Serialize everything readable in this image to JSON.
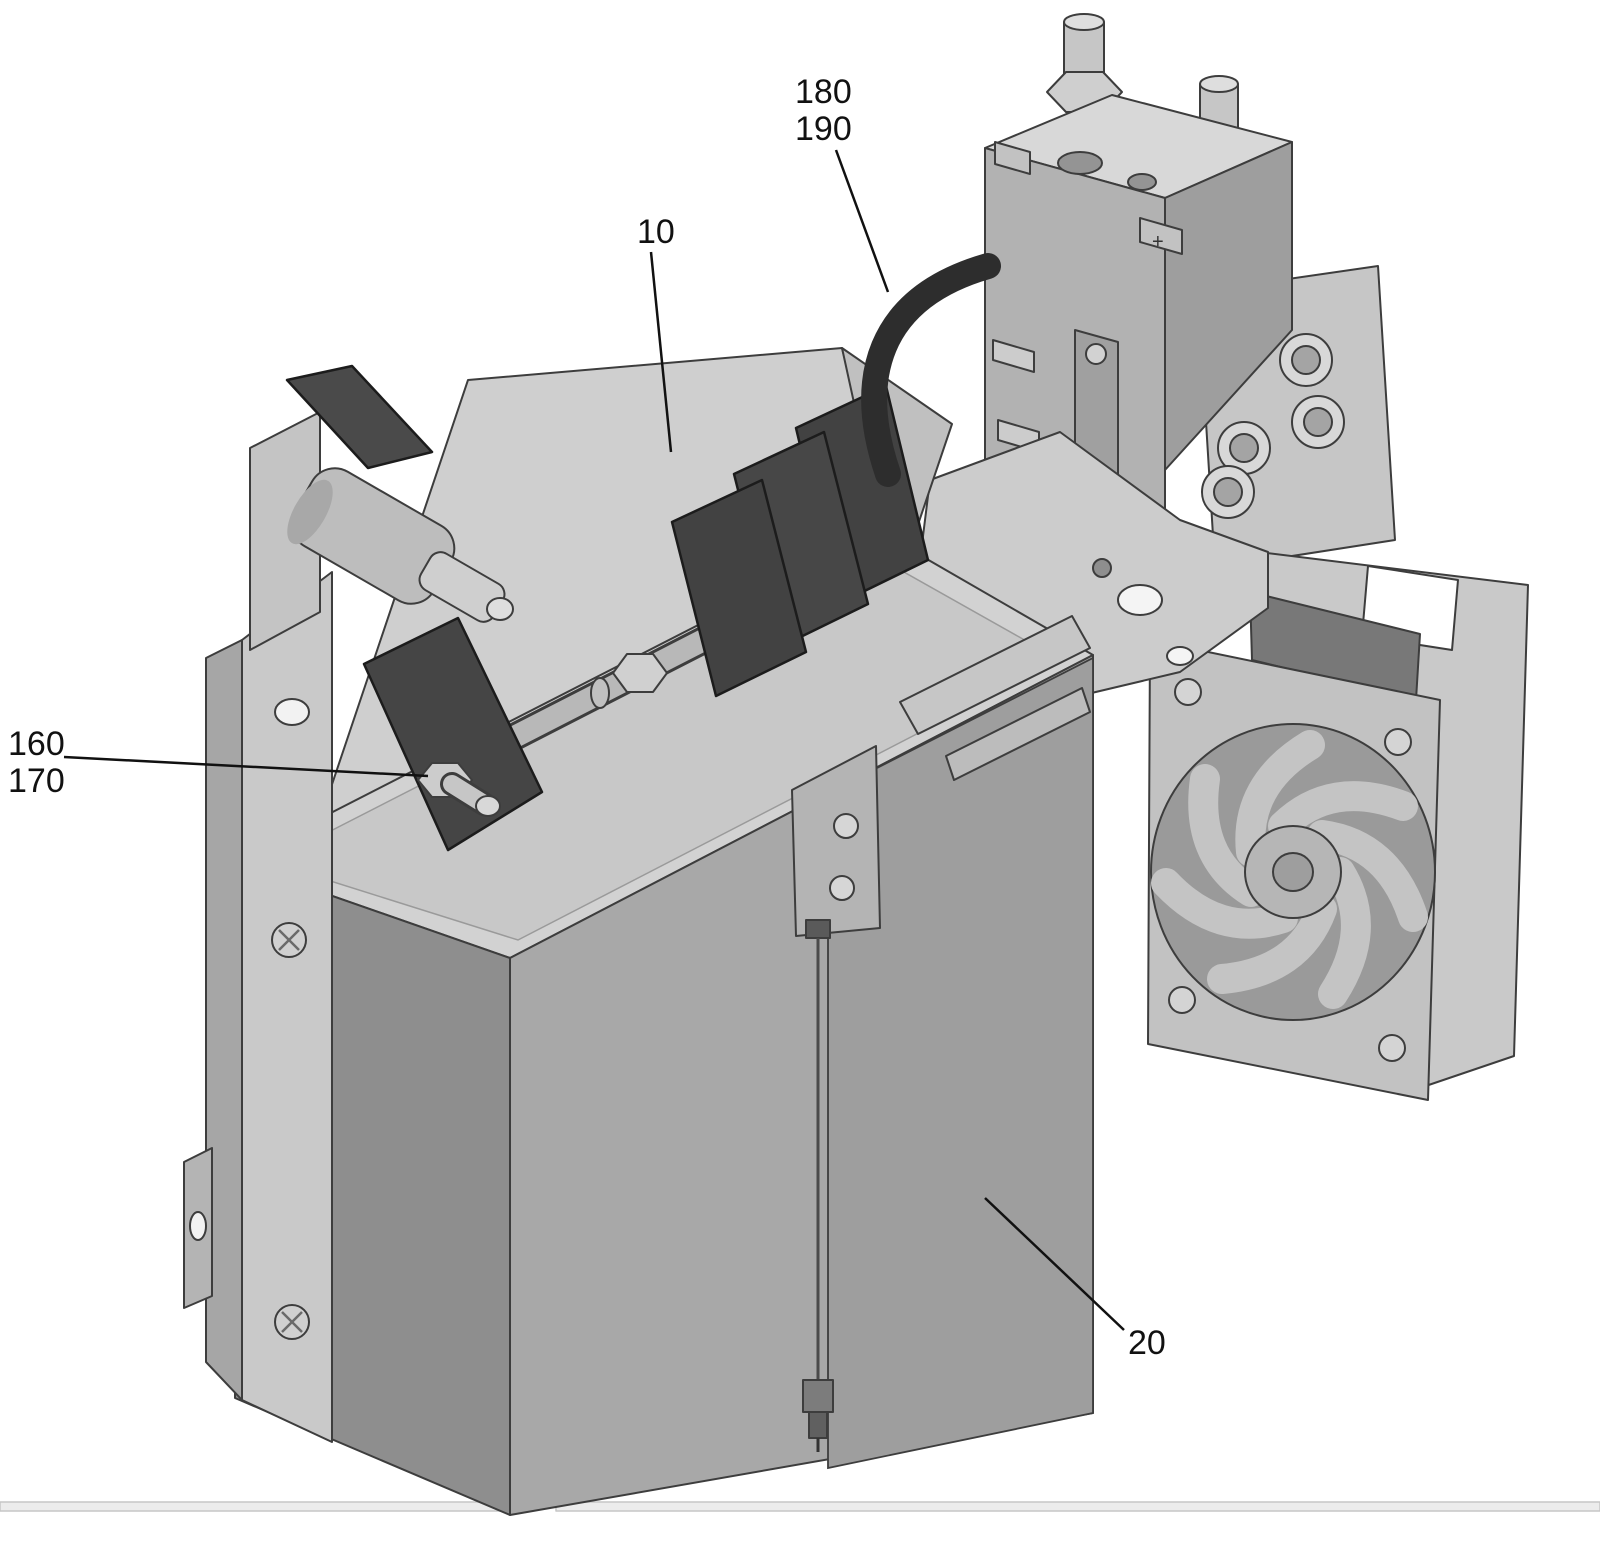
{
  "figure": {
    "background": "#ffffff",
    "labels": {
      "plate": "10",
      "module": "20",
      "terminal_line1": "160",
      "terminal_line2": "170",
      "cable_line1": "180",
      "cable_line2": "190"
    },
    "marks": {
      "polarity_plus": "+"
    },
    "palette": {
      "outline": "#3d3d3d",
      "light": "#d2d2d2",
      "mid": "#a8a8a8",
      "dark": "#8e8e8e",
      "insulator": "#424242",
      "cable": "#2d2d2d",
      "label_ink": "#111111"
    }
  }
}
